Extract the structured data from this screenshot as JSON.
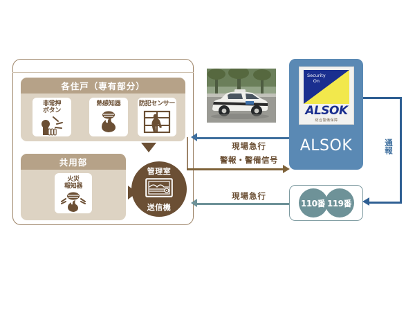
{
  "diagram": {
    "title": "ALSOK security system diagram",
    "colors": {
      "brown_dark": "#6b4f34",
      "brown_mid": "#b6a288",
      "brown_light": "#ddd3c3",
      "blue_alsok": "#5a89b4",
      "blue_line": "#3f6f9e",
      "blue_elbow": "#2f5f93",
      "teal": "#6e9298",
      "logo_blue": "#1a2f8f",
      "logo_yellow": "#f2e84c"
    }
  },
  "building": {
    "dwelling": {
      "header": "各住戸（専有部分）",
      "devices": [
        {
          "label": "非常押\nボタン",
          "label_lines": [
            "非常押",
            "ボタン"
          ],
          "icon": "emergency-button-icon"
        },
        {
          "label": "熱感知器",
          "label_lines": [
            "熱感知器"
          ],
          "icon": "heat-detector-icon"
        },
        {
          "label": "防犯センサー",
          "label_lines": [
            "防犯センサー"
          ],
          "icon": "intrusion-sensor-icon"
        }
      ]
    },
    "common": {
      "header": "共用部",
      "devices": [
        {
          "label": "火災\n報知器",
          "label_lines": [
            "火災",
            "報知器"
          ],
          "icon": "fire-alarm-icon"
        }
      ]
    },
    "control_room": {
      "top_label": "管理室",
      "bottom_label": "送信機",
      "icon": "transmitter-icon"
    }
  },
  "alsok": {
    "logo": {
      "security_line1": "Security",
      "security_line2": "On",
      "wordmark": "ALSOK",
      "subtitle": "総合警備保障"
    },
    "name": "ALSOK"
  },
  "emergency": {
    "circles": [
      {
        "label": "110番"
      },
      {
        "label": "119番"
      }
    ]
  },
  "flows": {
    "alsok_to_building": "現場急行",
    "building_to_alsok": "警報・警備信号",
    "emergency_to_building": "現場急行",
    "alsok_to_emergency": "通報"
  },
  "photo": {
    "alt": "ALSOK patrol car",
    "name": "patrol-car-photo"
  }
}
